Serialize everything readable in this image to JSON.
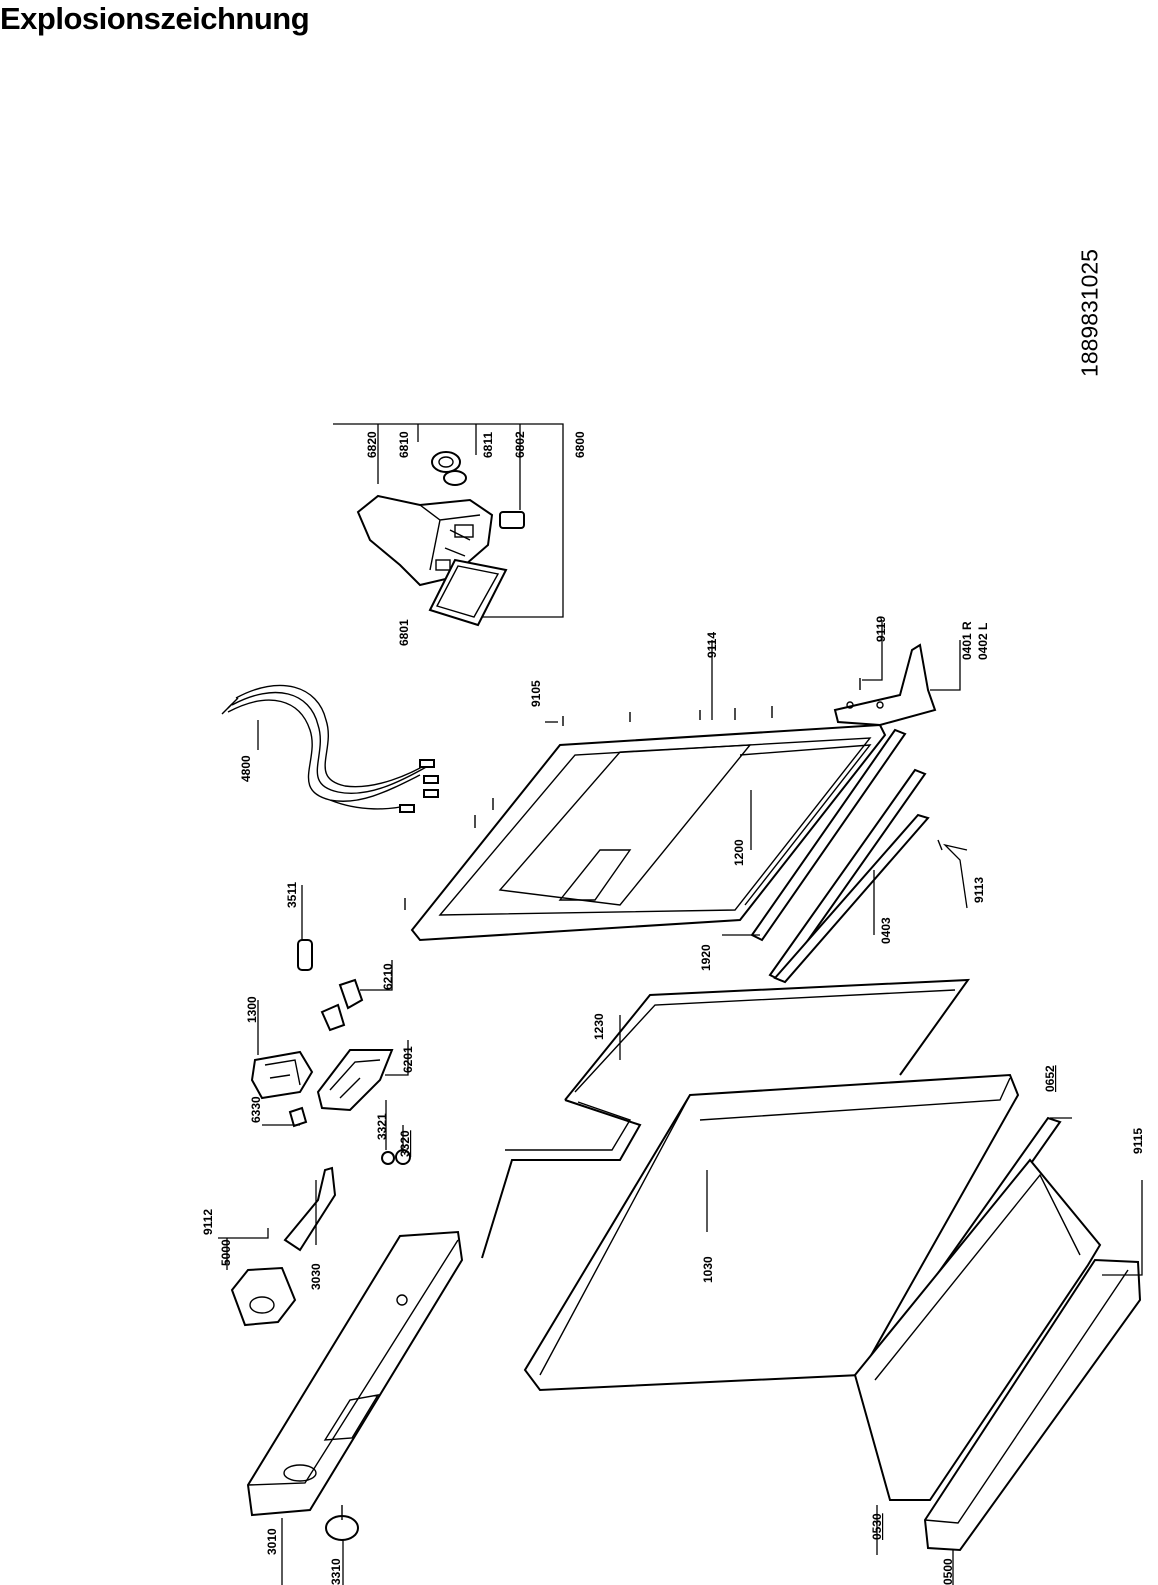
{
  "title": "Explosionszeichnung",
  "document_number": "1889831025",
  "parts": {
    "p6820": "6820",
    "p6810": "6810",
    "p6811": "6811",
    "p6802": "6802",
    "p6800": "6800",
    "p6801": "6801",
    "p9119": "9119",
    "p0401": "0401 R",
    "p0402": "0402 L",
    "p9105": "9105",
    "p9114": "9114",
    "p4800": "4800",
    "p1200": "1200",
    "p3511": "3511",
    "p9113": "9113",
    "p0403": "0403",
    "p1920": "1920",
    "p6210": "6210",
    "p1300": "1300",
    "p1230": "1230",
    "p6201": "6201",
    "p6330": "6330",
    "p3321": "3321",
    "p3320": "3320",
    "p0652": "0652",
    "p9115": "9115",
    "p5000": "5000",
    "p3030": "3030",
    "p9112": "9112",
    "p1030": "1030",
    "p0530": "0530",
    "p3010": "3010",
    "p3310": "3310",
    "p0500": "0500"
  }
}
